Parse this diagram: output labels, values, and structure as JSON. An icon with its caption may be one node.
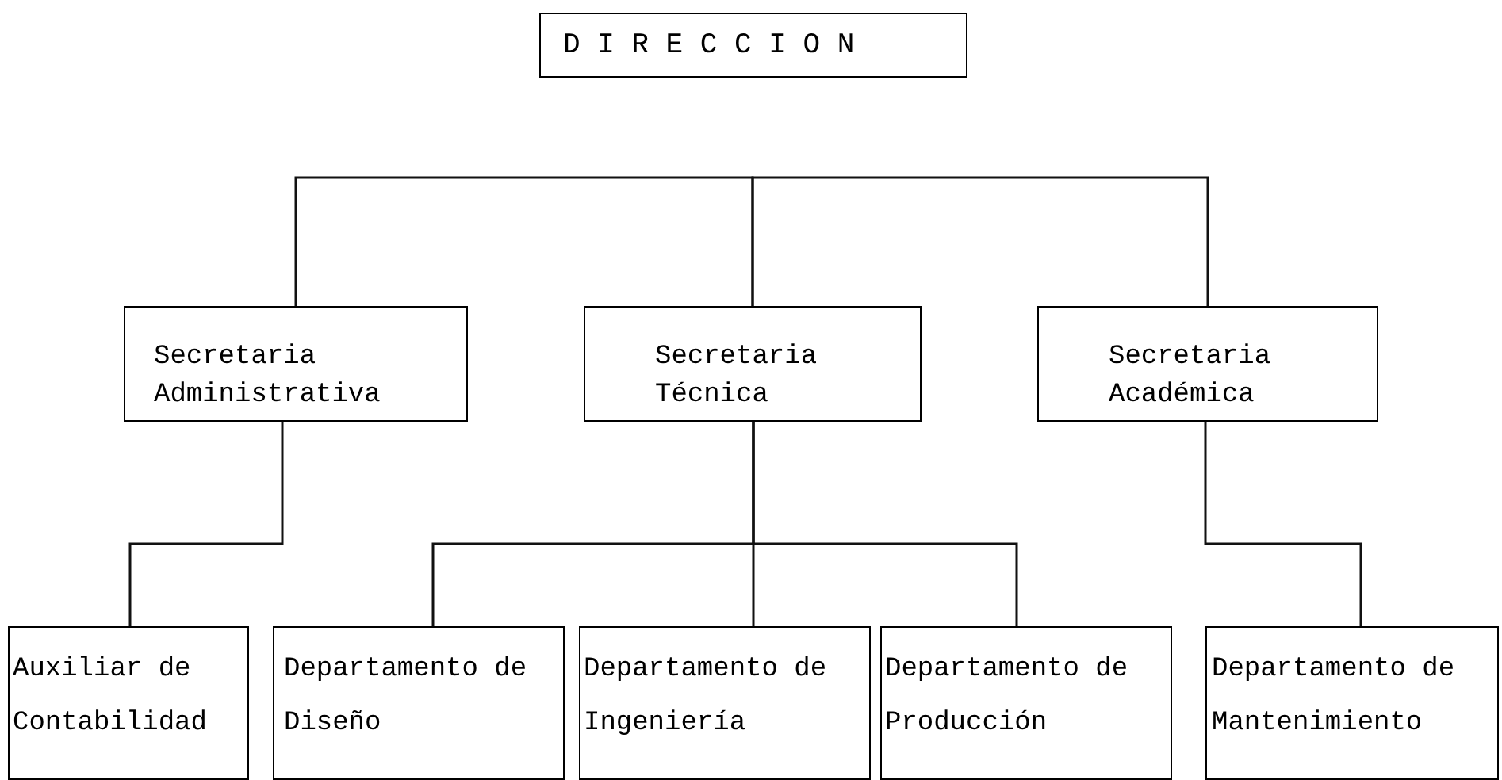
{
  "diagram": {
    "nodes": [
      {
        "text": [
          "D I R E C C I O N"
        ]
      },
      {
        "text": [
          "Secretaria Administrativa"
        ]
      },
      {
        "text": [
          "Secretaria Técnica"
        ]
      },
      {
        "text": [
          "Secretaria Académica"
        ]
      },
      {
        "text": [
          "Auxiliar de Contabilidad"
        ]
      },
      {
        "text": [
          "Departamento de Diseño"
        ]
      },
      {
        "text": [
          "Departamento de Ingeniería"
        ]
      },
      {
        "text": [
          "Departamento de Producción"
        ]
      },
      {
        "text": [
          "Departamento de Mantenimiento"
        ]
      }
    ],
    "edges": [
      {
        "from": 2,
        "to": 1,
        "arrow": "none"
      },
      {
        "from": 2,
        "to": 3,
        "arrow": "none"
      },
      {
        "from": 1,
        "to": 4,
        "arrow": "none"
      },
      {
        "from": 2,
        "to": 5,
        "arrow": "none"
      },
      {
        "from": 2,
        "to": 6,
        "arrow": "none"
      },
      {
        "from": 2,
        "to": 7,
        "arrow": "none"
      },
      {
        "from": 3,
        "to": 8,
        "arrow": "none"
      }
    ]
  }
}
